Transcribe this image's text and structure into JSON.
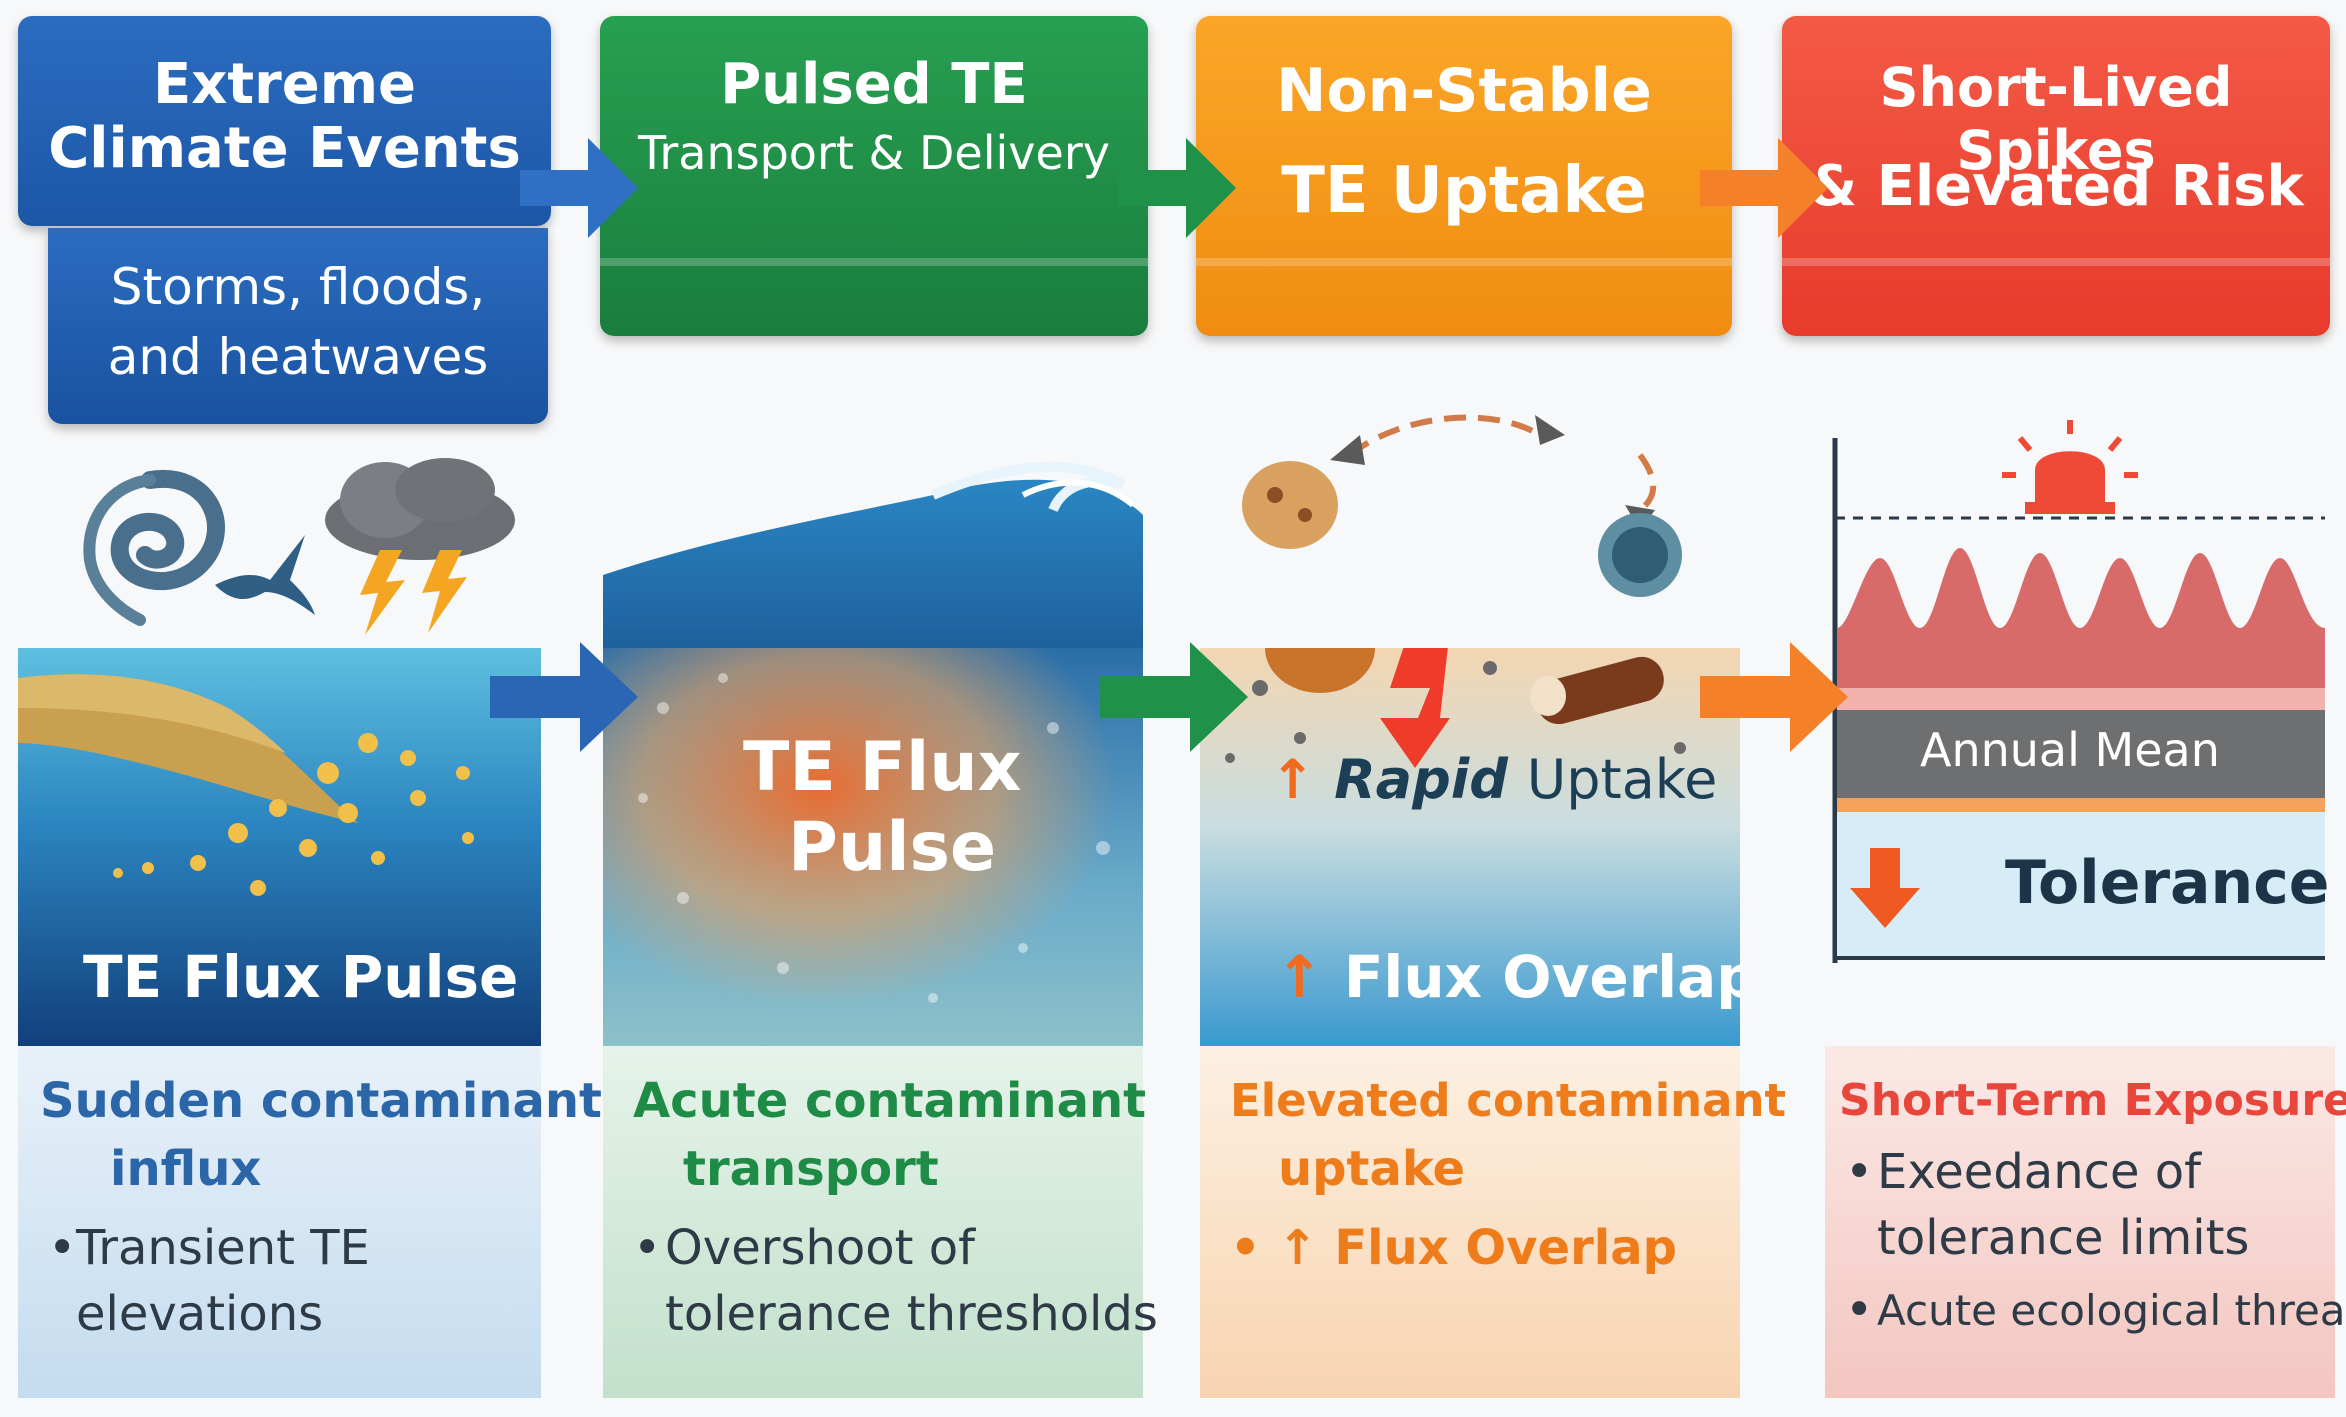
{
  "steps": [
    {
      "title_line1": "Extreme",
      "title_line2": "Climate Events",
      "sub_line1": "Storms, floods,",
      "sub_line2": "and heatwaves",
      "color": "#1f5fb2"
    },
    {
      "title_line1": "Pulsed TE",
      "title_line2": "Transport & Delivery",
      "color": "#1e8c46"
    },
    {
      "title_line1": "Non-Stable",
      "title_line2": "TE Uptake",
      "color": "#f39418"
    },
    {
      "title_line1": "Short-Lived Spikes",
      "title_line2": "& Elevated Risk",
      "color": "#ee4636"
    }
  ],
  "panels": {
    "p1": {
      "label": "TE Flux Pulse"
    },
    "p2": {
      "label_line1": "TE Flux",
      "label_line2": "Pulse"
    },
    "p3": {
      "arrow_up": "↑",
      "label1_bold": "Rapid",
      "label1_rest": "Uptake",
      "label2": "Flux Overlap"
    },
    "p4": {
      "mean_label": "Annual Mean",
      "tolerance_label": "Tolerance"
    }
  },
  "outcomes": [
    {
      "heading_line1": "Sudden contaminant",
      "heading_line2": "influx",
      "bullet": "•",
      "line1": "Transient TE",
      "line2": "elevations",
      "color": "#2a66a8"
    },
    {
      "heading_line1": "Acute contaminant",
      "heading_line2": "transport",
      "bullet": "•",
      "line1": "Overshoot of",
      "line2": "tolerance thresholds",
      "color": "#1e8c46"
    },
    {
      "heading_line1": "Elevated contaminant",
      "heading_line2": "uptake",
      "bullet": "•",
      "arrow": "↑",
      "line1": "Flux Overlap",
      "color": "#ef7c1a"
    },
    {
      "heading": "Short-Term Exposures",
      "bullet": "•",
      "line1": "Exeedance of",
      "line2": "tolerance limits",
      "line3": "Acute ecological threat",
      "color": "#e8463a"
    }
  ]
}
